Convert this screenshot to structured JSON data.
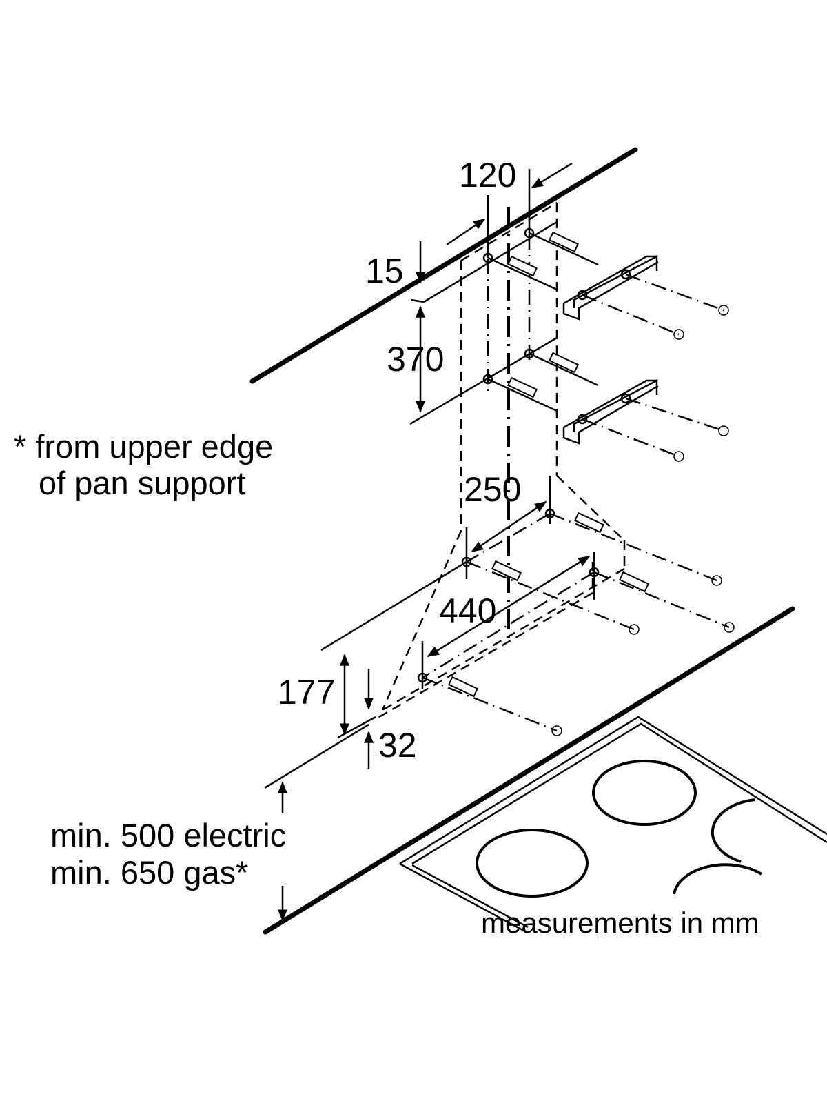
{
  "diagram": {
    "subject": "cooker hood wall mounting dimensions",
    "dimensions": {
      "d120": "120",
      "d15": "15",
      "d370": "370",
      "d250": "250",
      "d440": "440",
      "d177": "177",
      "d32": "32"
    },
    "notes": {
      "footnote_line1": "* from upper edge",
      "footnote_line2": "of pan support",
      "clearance_line1": "min. 500 electric",
      "clearance_line2": "min. 650 gas*",
      "units": "measurements in mm"
    },
    "colors": {
      "ink": "#000000",
      "background": "#ffffff"
    }
  }
}
